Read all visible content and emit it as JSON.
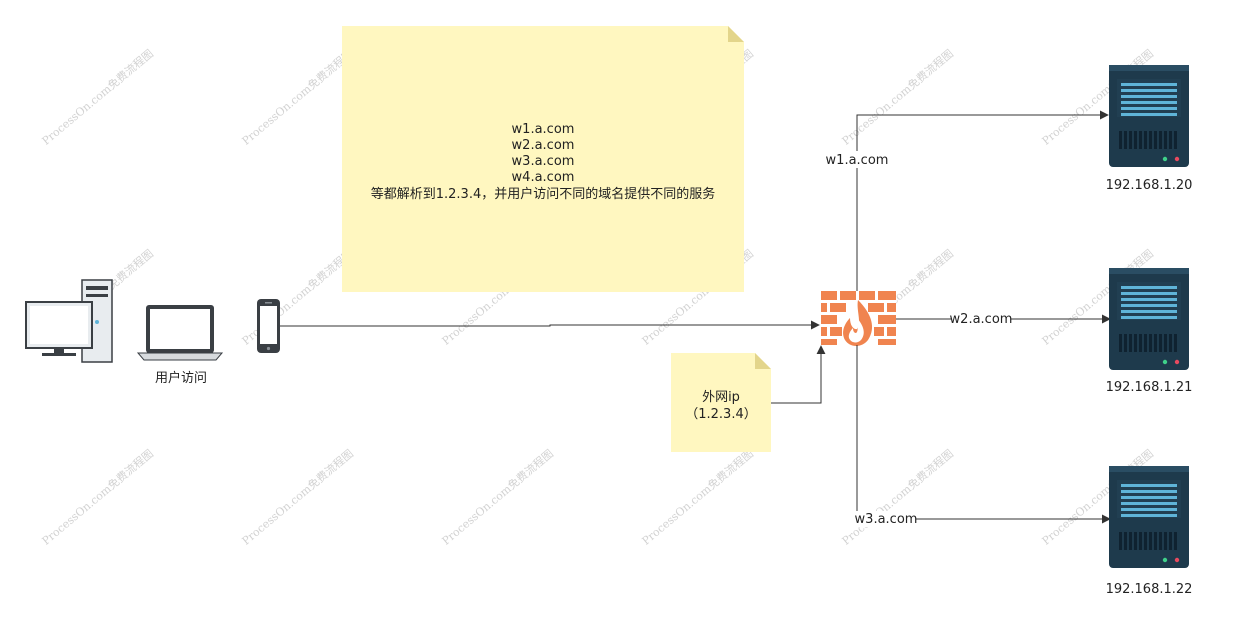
{
  "note": {
    "lines": [
      "w1.a.com",
      "w2.a.com",
      "w3.a.com",
      "w4.a.com",
      "等都解析到1.2.3.4，并用户访问不同的域名提供不同的服务"
    ],
    "fill": "#fff7c0"
  },
  "ip_note": {
    "lines": [
      "外网ip",
      "（1.2.3.4）"
    ],
    "fill": "#fff7c0"
  },
  "user": {
    "label": "用户访问"
  },
  "routes": [
    {
      "domain": "w1.a.com",
      "server_ip": "192.168.1.20"
    },
    {
      "domain": "w2.a.com",
      "server_ip": "192.168.1.21"
    },
    {
      "domain": "w3.a.com",
      "server_ip": "192.168.1.22"
    }
  ],
  "watermark": {
    "text": "ProcessOn.com免费流程图"
  },
  "colors": {
    "firewall": "#f0844f",
    "server": "#1e3a4c",
    "server_accent": "#5fb4d8",
    "line": "#333333"
  }
}
